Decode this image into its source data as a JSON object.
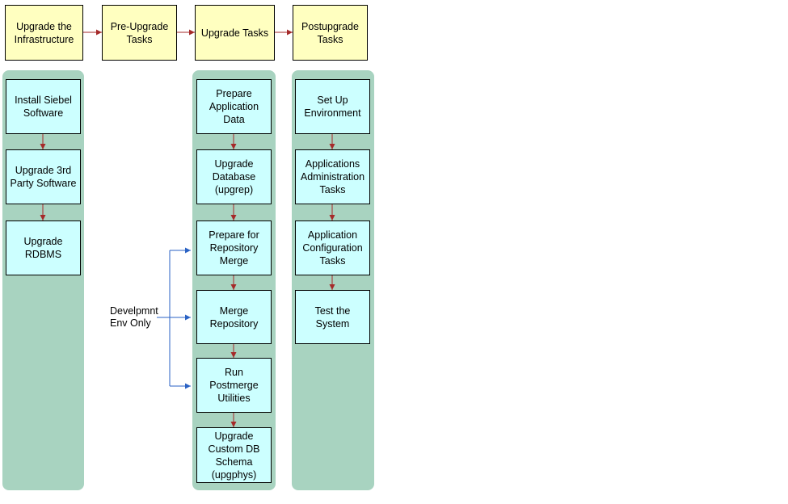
{
  "phases": [
    {
      "label": "Upgrade the\nInfrastructure"
    },
    {
      "label": "Pre-Upgrade\nTasks"
    },
    {
      "label": "Upgrade Tasks"
    },
    {
      "label": "Postupgrade\nTasks"
    }
  ],
  "infrastructure_tasks": [
    {
      "label": "Install Siebel\nSoftware"
    },
    {
      "label": "Upgrade 3rd\nParty Software"
    },
    {
      "label": "Upgrade\nRDBMS"
    }
  ],
  "upgrade_tasks": [
    {
      "label": "Prepare\nApplication\nData"
    },
    {
      "label": "Upgrade\nDatabase\n(upgrep)"
    },
    {
      "label": "Prepare for\nRepository\nMerge"
    },
    {
      "label": "Merge\nRepository"
    },
    {
      "label": "Run\nPostmerge\nUtilities"
    },
    {
      "label": "Upgrade\nCustom DB\nSchema\n(upgphys)"
    }
  ],
  "postupgrade_tasks": [
    {
      "label": "Set Up\nEnvironment"
    },
    {
      "label": "Applications\nAdministration\nTasks"
    },
    {
      "label": "Application\nConfiguration\nTasks"
    },
    {
      "label": "Test the\nSystem"
    }
  ],
  "note": {
    "label": "Develpmnt\nEnv Only"
  },
  "colors": {
    "phase_fill": "#ffffc0",
    "task_fill": "#ccffff",
    "column_fill": "#a8d3c0",
    "flow_arrow": "#a52a2a",
    "dev_arrow": "#2a62c4"
  }
}
